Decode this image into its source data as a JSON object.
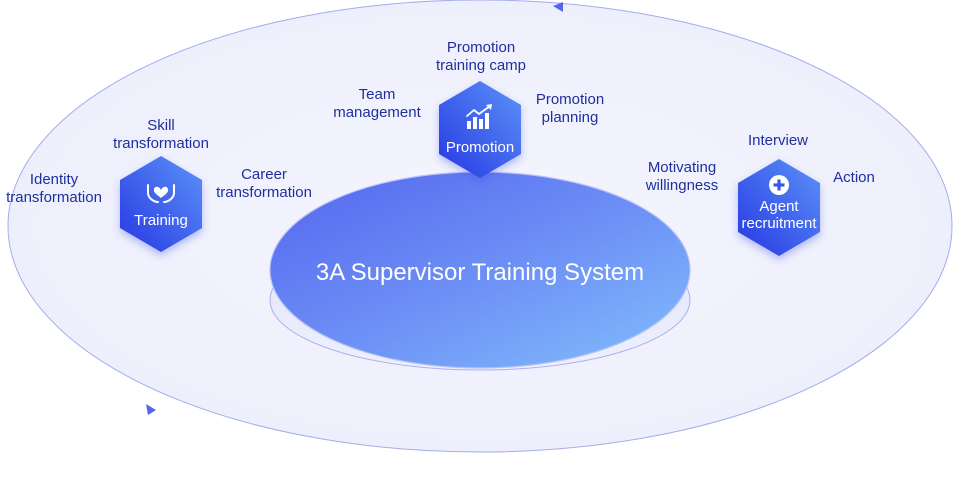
{
  "center": {
    "title": "3A Supervisor Training System"
  },
  "colors": {
    "outer_fill": "#eef0fc",
    "outer_stroke": "#9aa3ea",
    "disk_top_start": "#5b6cf0",
    "disk_top_end": "#7fb4fb",
    "hex_dark": "#2a3fe6",
    "hex_light": "#5a8cf7",
    "label_text": "#1f2f9e"
  },
  "nodes": [
    {
      "id": "training",
      "title": "Training",
      "icon": "heart-in-hands-icon",
      "labels": [
        {
          "lines": [
            "Identity",
            "transformation"
          ]
        },
        {
          "lines": [
            "Skill",
            "transformation"
          ]
        },
        {
          "lines": [
            "Career",
            "transformation"
          ]
        }
      ]
    },
    {
      "id": "promotion",
      "title": "Promotion",
      "icon": "growth-chart-icon",
      "labels": [
        {
          "lines": [
            "Team",
            "management"
          ]
        },
        {
          "lines": [
            "Promotion",
            "training camp"
          ]
        },
        {
          "lines": [
            "Promotion",
            "planning"
          ]
        }
      ]
    },
    {
      "id": "agent-recruitment",
      "title_lines": [
        "Agent",
        "recruitment"
      ],
      "icon": "plus-circle-icon",
      "labels": [
        {
          "lines": [
            "Motivating",
            "willingness"
          ]
        },
        {
          "lines": [
            "Interview"
          ]
        },
        {
          "lines": [
            "Action"
          ]
        }
      ]
    }
  ]
}
